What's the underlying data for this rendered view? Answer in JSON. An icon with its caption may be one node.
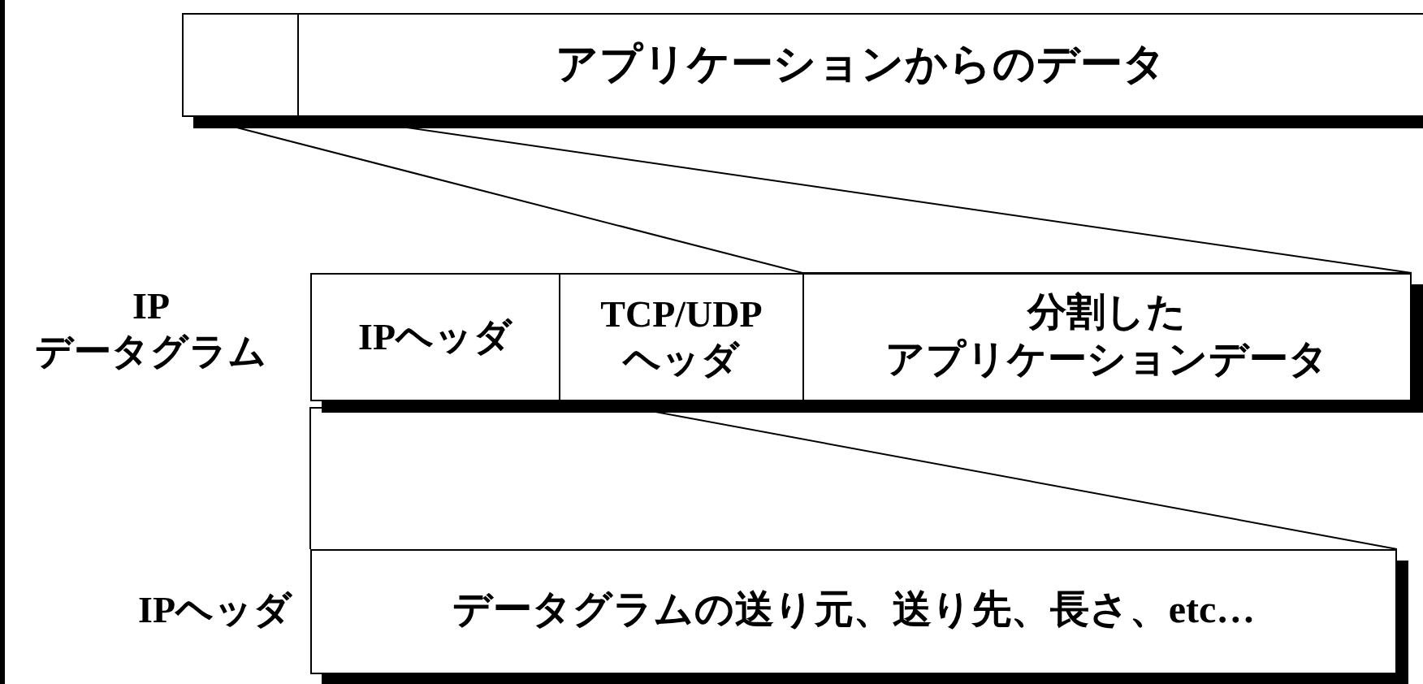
{
  "diagram": {
    "nodes": [
      {
        "text": [],
        "shape": "box"
      },
      {
        "text": [
          "アプリケーションからのデータ"
        ]
      },
      {
        "text": [
          "IPヘッダ"
        ]
      },
      {
        "text": [
          "TCP/UDP ヘッダ"
        ]
      },
      {
        "text": [
          "分割したアプリケーションデータ"
        ]
      },
      {
        "text": [
          "データグラムの送り元、送り先、長さ、etc…"
        ],
        "beside": [
          "IPヘッダ"
        ]
      }
    ],
    "edges": [
      {
        "from": 1,
        "to": 4,
        "arrow": "none"
      },
      {
        "from": 2,
        "to": 5,
        "arrow": "none"
      }
    ],
    "labels": [
      "IP データグラム"
    ]
  }
}
